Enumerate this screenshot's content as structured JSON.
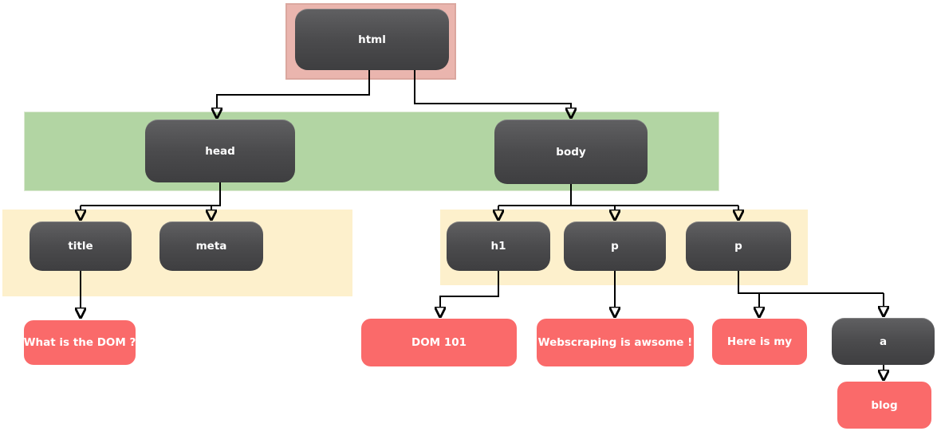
{
  "diagram": {
    "type": "dom-tree",
    "nodes": {
      "html": {
        "label": "html",
        "kind": "element"
      },
      "head": {
        "label": "head",
        "kind": "element"
      },
      "body": {
        "label": "body",
        "kind": "element"
      },
      "title": {
        "label": "title",
        "kind": "element"
      },
      "meta": {
        "label": "meta",
        "kind": "element"
      },
      "h1": {
        "label": "h1",
        "kind": "element"
      },
      "p1": {
        "label": "p",
        "kind": "element"
      },
      "p2": {
        "label": "p",
        "kind": "element"
      },
      "a": {
        "label": "a",
        "kind": "element"
      },
      "title_text": {
        "label": "What is the DOM ?",
        "kind": "text"
      },
      "h1_text": {
        "label": "DOM 101",
        "kind": "text"
      },
      "p1_text": {
        "label": "Webscraping is awsome !",
        "kind": "text"
      },
      "p2_text": {
        "label": "Here is my",
        "kind": "text"
      },
      "a_text": {
        "label": "blog",
        "kind": "text"
      }
    },
    "edges": [
      {
        "from": "html",
        "to": "head"
      },
      {
        "from": "html",
        "to": "body"
      },
      {
        "from": "head",
        "to": "title"
      },
      {
        "from": "head",
        "to": "meta"
      },
      {
        "from": "body",
        "to": "h1"
      },
      {
        "from": "body",
        "to": "p1"
      },
      {
        "from": "body",
        "to": "p2"
      },
      {
        "from": "title",
        "to": "title_text"
      },
      {
        "from": "h1",
        "to": "h1_text"
      },
      {
        "from": "p1",
        "to": "p1_text"
      },
      {
        "from": "p2",
        "to": "p2_text"
      },
      {
        "from": "p2",
        "to": "a"
      },
      {
        "from": "a",
        "to": "a_text"
      }
    ],
    "colors": {
      "element_node": "#4a4a4c",
      "text_node": "#fa6a6a",
      "highlight_html": "#eab5ae",
      "highlight_head_body": "#b2d5a3",
      "highlight_children": "#fdf0cc",
      "connector": "#000000",
      "node_text": "#ffffff"
    }
  }
}
